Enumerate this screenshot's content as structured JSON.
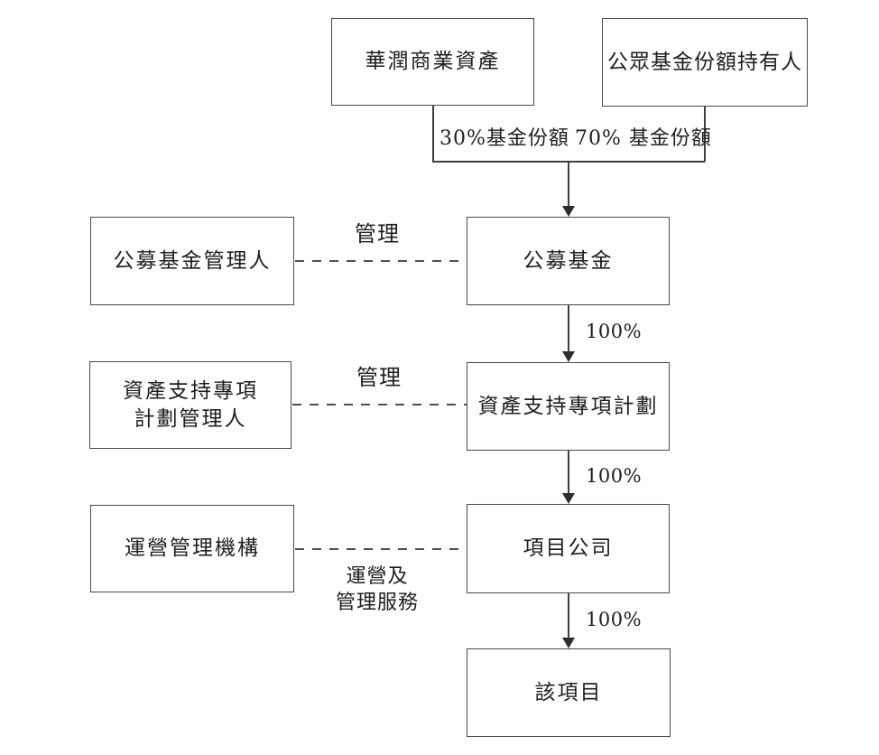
{
  "diagram": {
    "boxes": {
      "cr_assets": "華潤商業資產",
      "public_holders": "公眾基金份額持有人",
      "fund_manager": "公募基金管理人",
      "public_fund": "公募基金",
      "abs_manager": {
        "line1": "資產支持專項",
        "line2": "計劃管理人"
      },
      "abs_plan": "資產支持專項計劃",
      "ops_org": "運營管理機構",
      "project_co": "項目公司",
      "project": "該項目"
    },
    "labels": {
      "share_30": "30%基金份額",
      "share_70": "70% 基金份額",
      "manage_fund": "管理",
      "manage_abs": "管理",
      "ops_services": {
        "line1": "運營及",
        "line2": "管理服務"
      },
      "pct_fund_to_abs": "100%",
      "pct_abs_to_co": "100%",
      "pct_co_to_project": "100%"
    },
    "colors": {
      "line": "#3f3f3f",
      "border": "#4a4a4a",
      "text": "#1f1f1f",
      "background": "#ffffff"
    }
  }
}
